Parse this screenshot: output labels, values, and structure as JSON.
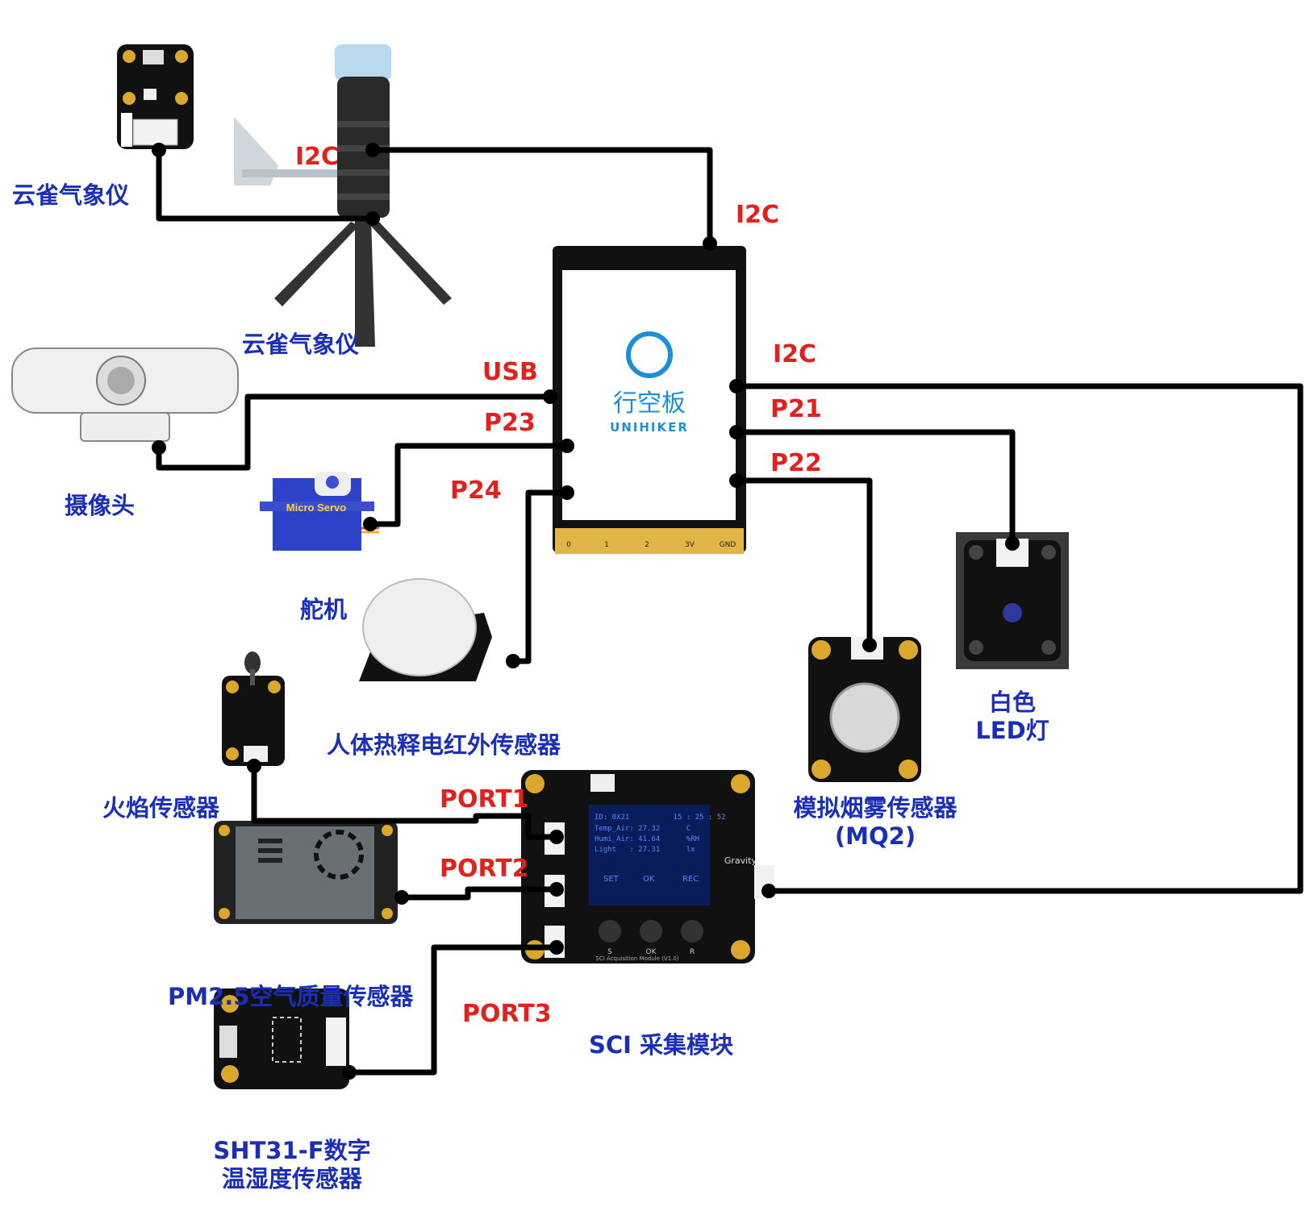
{
  "colors": {
    "wire": "#000000",
    "label_blue": "#1a2fb5",
    "label_red": "#e3211c",
    "board_black": "#111111",
    "pcb_gold": "#d9a82c"
  },
  "board": {
    "brand_cn": "行空板",
    "brand_en": "UNIHIKER",
    "pins": [
      "0",
      "1",
      "2",
      "3V",
      "GND"
    ]
  },
  "devices": {
    "weather_small": "云雀气象仪",
    "weather_station": "云雀气象仪",
    "camera": "摄像头",
    "servo": "舵机",
    "servo_text": "Micro Servo",
    "pir": "人体热释电红外传感器",
    "flame": "火焰传感器",
    "pm25": "PM2.5空气质量传感器",
    "sht31_line1": "SHT31-F数字",
    "sht31_line2": "温湿度传感器",
    "sci": "SCI 采集模块",
    "mq2_line1": "模拟烟雾传感器",
    "mq2_line2": "(MQ2)",
    "led_line1": "白色",
    "led_line2": "LED灯"
  },
  "connections": {
    "i2c_weather": "I2C",
    "i2c_top": "I2C",
    "i2c_right": "I2C",
    "usb": "USB",
    "p23": "P23",
    "p24": "P24",
    "p21": "P21",
    "p22": "P22",
    "port1": "PORT1",
    "port2": "PORT2",
    "port3": "PORT3"
  },
  "sci_screen": {
    "row1": "ID: 0X21          15 : 25 : 52",
    "row2": "Temp_Air: 27.32      C",
    "row3": "Humi_Air: 41.64      %RH",
    "row4": "Light   : 27.31      lx",
    "buttons": [
      "SET",
      "OK",
      "REC"
    ],
    "keys": [
      "S",
      "OK",
      "R"
    ],
    "gravity": "Gravity",
    "bottom": "SCI Acquisition Module (V1.0)"
  }
}
